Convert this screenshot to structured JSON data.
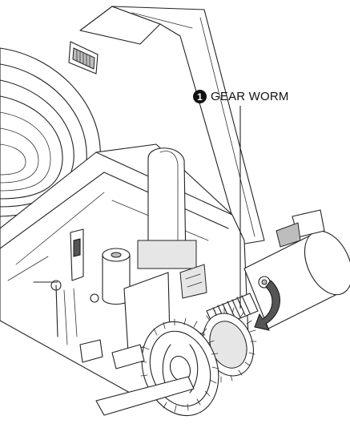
{
  "callout": {
    "number": "1",
    "label": "GEAR WORM"
  },
  "colors": {
    "line": "#222222",
    "shade": "#bdbdbd",
    "background": "#ffffff"
  },
  "icons": {
    "callout_marker": "filled-circle-number",
    "rotation_indicator": "curved-arrow-icon"
  }
}
